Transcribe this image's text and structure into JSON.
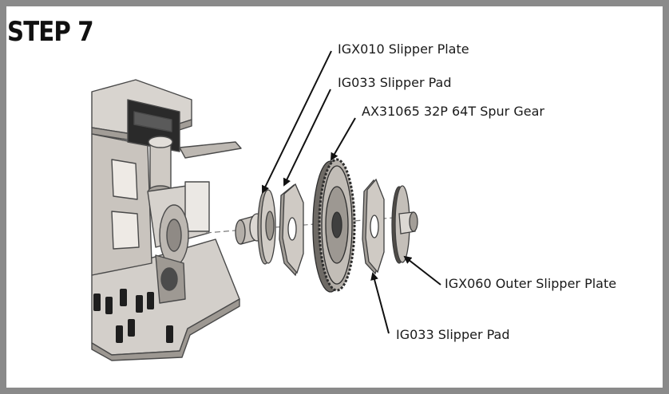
{
  "step_title": "STEP 7",
  "callouts": {
    "slipper_plate": "IGX010 Slipper Plate",
    "slipper_pad_upper": "IG033 Slipper Pad",
    "spur_gear": "AX31065 32P 64T Spur Gear",
    "outer_slipper_plate": "IGX060 Outer Slipper Plate",
    "slipper_pad_lower": "IG033 Slipper Pad"
  },
  "colors": {
    "frame": "#8a8a8a",
    "part_fill": "#cfcac4",
    "part_dark": "#555555",
    "screw": "#1e1e1e",
    "arrow": "#111111"
  }
}
